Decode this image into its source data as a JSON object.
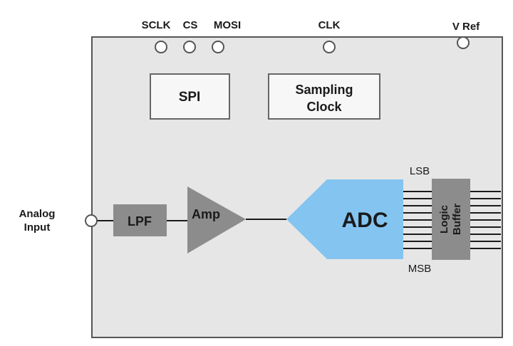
{
  "pins": {
    "sclk": "SCLK",
    "cs": "CS",
    "mosi": "MOSI",
    "clk": "CLK",
    "vref": "V Ref"
  },
  "input": {
    "line1": "Analog",
    "line2": "Input"
  },
  "blocks": {
    "spi": "SPI",
    "sampling_clock_line1": "Sampling",
    "sampling_clock_line2": "Clock",
    "lpf": "LPF",
    "amp": "Amp",
    "adc": "ADC",
    "logic_buffer_line1": "Logic",
    "logic_buffer_line2": "Buffer"
  },
  "bus": {
    "lsb": "LSB",
    "msb": "MSB"
  },
  "colors": {
    "chip_fill": "#e6e6e6",
    "box_fill": "#f7f7f7",
    "gray_block": "#8c8c8c",
    "adc_blue": "#84c4f0"
  }
}
